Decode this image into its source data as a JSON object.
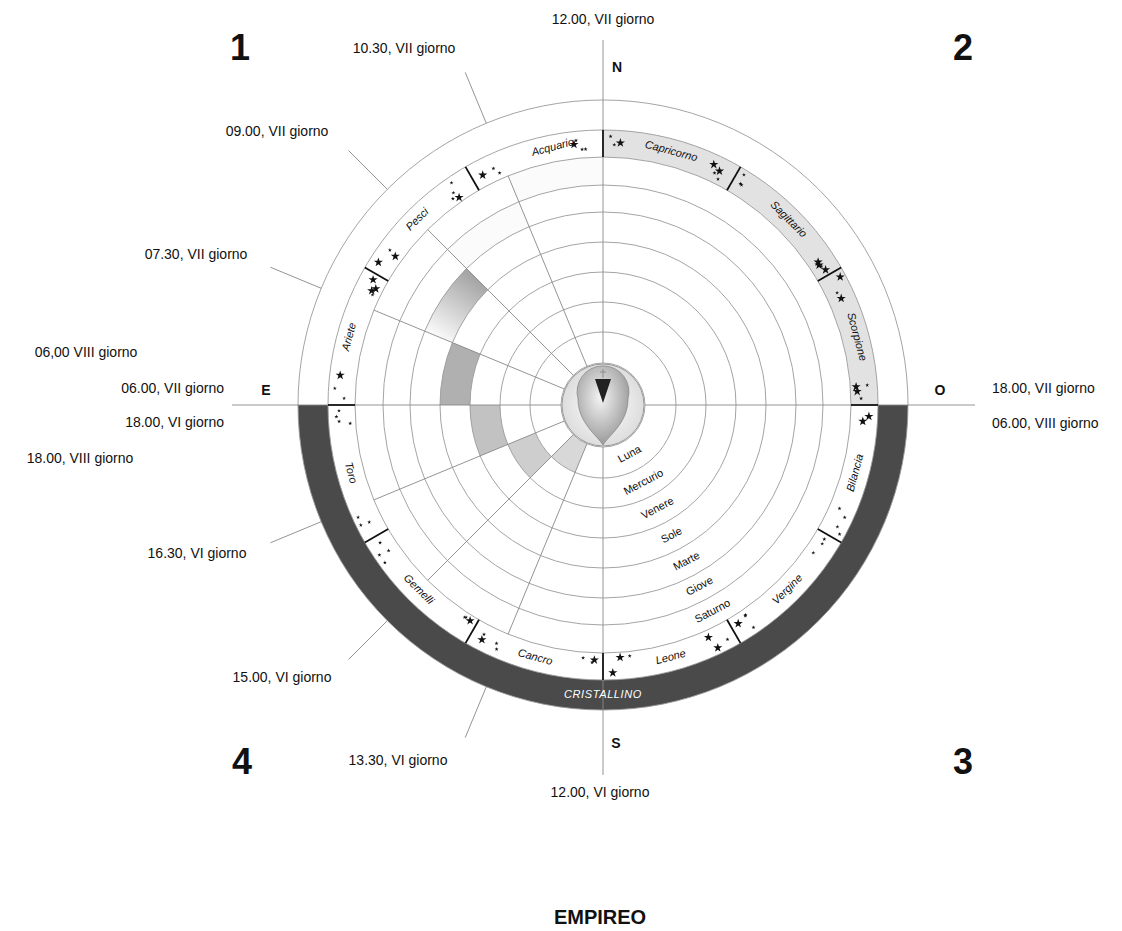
{
  "diagram": {
    "nodes": [
      {
        "text": [
          "Capricorno"
        ]
      },
      {
        "text": [
          "Sagittario"
        ]
      },
      {
        "text": [
          "Scorpione"
        ]
      },
      {
        "text": [
          "Bilancia"
        ]
      },
      {
        "text": [
          "Vergine"
        ]
      },
      {
        "text": [
          "Leone"
        ]
      },
      {
        "text": [
          "Cancro"
        ]
      },
      {
        "text": [
          "Gemelli"
        ]
      },
      {
        "text": [
          "Toro"
        ]
      },
      {
        "text": [
          "Ariete"
        ]
      },
      {
        "text": [
          "Pesci"
        ]
      },
      {
        "text": [
          "Acquario"
        ]
      },
      {
        "text": [
          "Luna"
        ]
      },
      {
        "text": [
          "Mercurio"
        ]
      },
      {
        "text": [
          "Venere"
        ]
      },
      {
        "text": [
          "Sole"
        ]
      },
      {
        "text": [
          "Marte"
        ]
      },
      {
        "text": [
          "Giove"
        ]
      },
      {
        "text": [
          "Saturno"
        ]
      },
      {
        "text": [
          "CRISTALLINO"
        ]
      }
    ],
    "labels": [
      "1",
      "2",
      "N",
      "12.00, VII giorno",
      "10.30, VII giorno",
      "09.00, VII giorno",
      "07.30, VII giorno",
      "06,00 VIII giorno",
      "06.00, VII giorno",
      "E",
      "18.00, VI giorno",
      "18.00, VIII giorno",
      "16.30, VI giorno",
      "15.00, VI giorno",
      "13.30, VI giorno",
      "S",
      "12.00, VI giorno",
      "4",
      "3",
      "O",
      "18.00, VII giorno",
      "06.00, VIII giorno",
      "EMPIREO"
    ]
  }
}
